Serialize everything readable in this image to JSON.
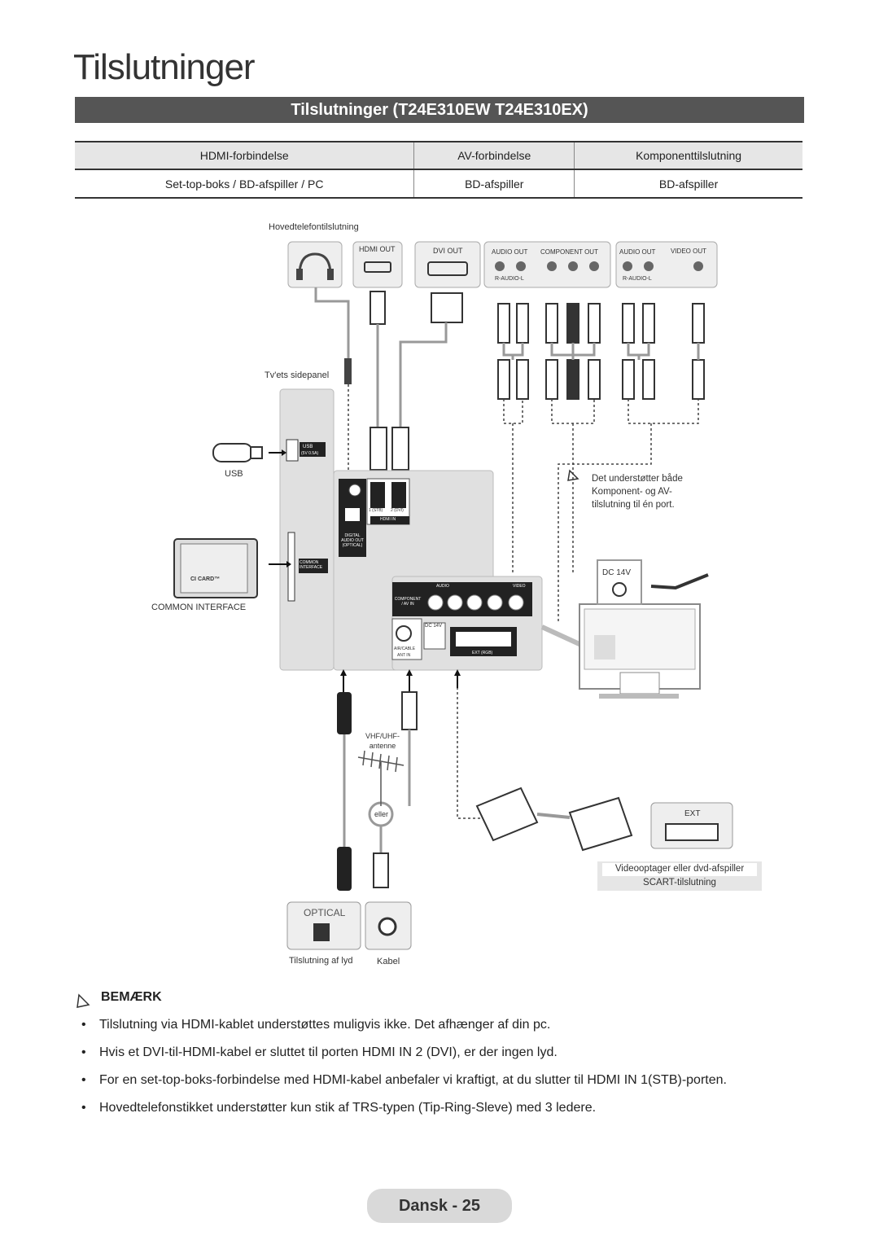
{
  "page_title": "Tilslutninger",
  "section_title": "Tilslutninger (T24E310EW T24E310EX)",
  "table": {
    "headers": [
      "HDMI-forbindelse",
      "AV-forbindelse",
      "Komponenttilslutning"
    ],
    "row": [
      "Set-top-boks / BD-afspiller / PC",
      "BD-afspiller",
      "BD-afspiller"
    ]
  },
  "diagram": {
    "headphone_label": "Hovedtelefontilslutning",
    "hdmi_out": "HDMI OUT",
    "dvi_out": "DVI OUT",
    "audio_out_1": "AUDIO OUT",
    "component_out": "COMPONENT OUT",
    "audio_out_2": "AUDIO OUT",
    "video_out": "VIDEO OUT",
    "r_audio_l_1": "R-AUDIO-L",
    "r_audio_l_2": "R-AUDIO-L",
    "side_panel": "Tv'ets sidepanel",
    "usb_label": "USB",
    "usb_port": "USB",
    "usb_port_spec": "(5V 0.5A)",
    "common_interface": "COMMON INTERFACE",
    "ci_card": "CI CARD™",
    "ci_port": "COMMON INTERFACE",
    "hdmi_in_1": "1 (STB)",
    "hdmi_in_2": "2 (DVI)",
    "hdmi_in": "HDMI IN",
    "digital_audio_out": "DIGITAL AUDIO OUT (OPTICAL)",
    "component_av_in": "COMPONENT / AV IN",
    "audio_port": "AUDIO",
    "video_port": "VIDEO",
    "dc_14v": "DC 14V",
    "air_cable": "AIR/CABLE",
    "ant_in": "ANT IN",
    "ext_rgb": "EXT (RGB)",
    "note_text": "Det understøtter både Komponent- og AV-tilslutning til én port.",
    "dc_14v_big": "DC 14V",
    "antenna": "VHF/UHF-antenne",
    "eller": "eller",
    "ext": "EXT",
    "vcr": "Videooptager eller dvd-afspiller",
    "scart": "SCART-tilslutning",
    "optical": "OPTICAL",
    "sound_connection": "Tilslutning af lyd",
    "cable": "Kabel"
  },
  "notes_heading": "BEMÆRK",
  "notes": [
    "Tilslutning via HDMI-kablet understøttes muligvis ikke. Det afhænger af din pc.",
    "Hvis et DVI-til-HDMI-kabel er sluttet til porten HDMI IN 2 (DVI), er der ingen lyd.",
    "For en set-top-boks-forbindelse med HDMI-kabel anbefaler vi kraftigt, at du slutter til HDMI IN 1(STB)-porten.",
    "Hovedtelefonstikket understøtter kun stik af TRS-typen (Tip-Ring-Sleve) med 3 ledere."
  ],
  "footer": "Dansk - 25"
}
